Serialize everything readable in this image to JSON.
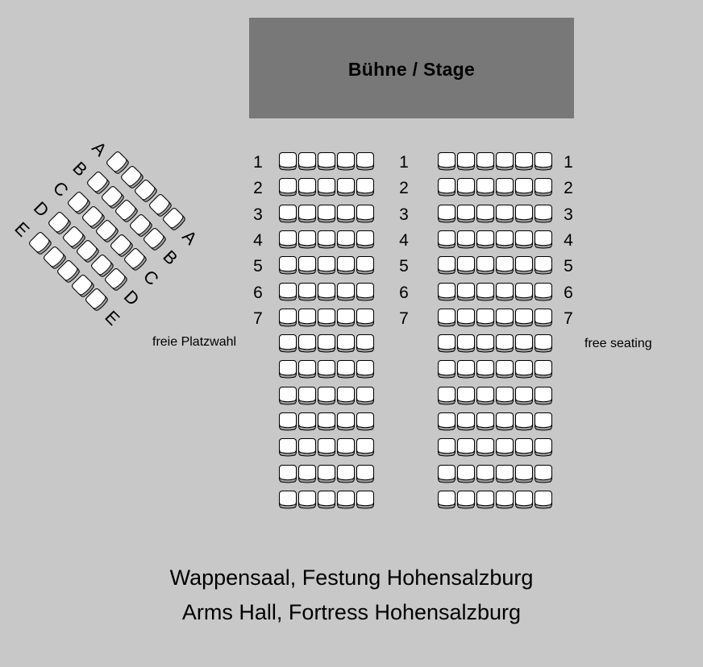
{
  "stage": {
    "label": "Bühne / Stage"
  },
  "center_block_left": {
    "seats_per_row": 5,
    "row_count": 14,
    "numbered_rows": [
      "1",
      "2",
      "3",
      "4",
      "5",
      "6",
      "7"
    ]
  },
  "center_aisle_numbers": [
    "1",
    "2",
    "3",
    "4",
    "5",
    "6",
    "7"
  ],
  "center_block_right": {
    "seats_per_row": 6,
    "row_count": 14,
    "numbered_rows": [
      "1",
      "2",
      "3",
      "4",
      "5",
      "6",
      "7"
    ]
  },
  "free_seating": {
    "left_label": "freie Platzwahl",
    "right_label": "free seating"
  },
  "side_block": {
    "seats_per_row": 5,
    "rows": [
      "A",
      "B",
      "C",
      "D",
      "E"
    ]
  },
  "captions": {
    "line1": "Wappensaal, Festung Hohensalzburg",
    "line2": "Arms Hall, Fortress Hohensalzburg"
  },
  "colors": {
    "background": "#c8c8c8",
    "stage": "#787878",
    "seat": "#ffffff",
    "seat_outline": "#000000"
  }
}
